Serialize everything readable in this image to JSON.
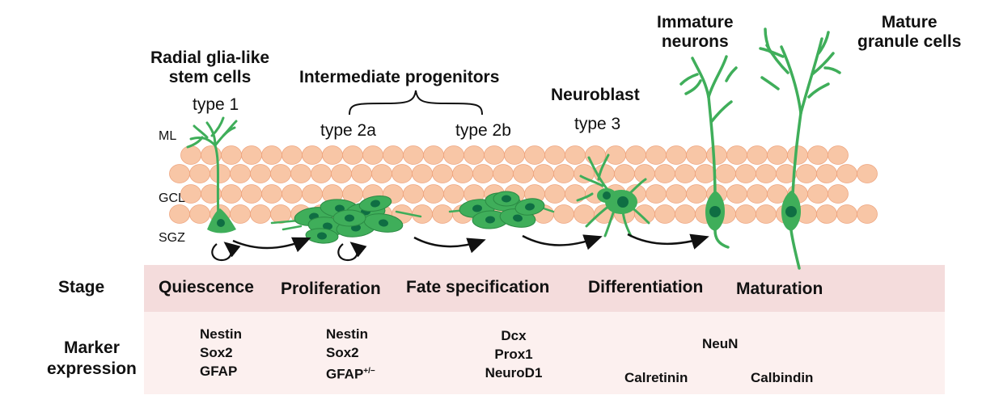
{
  "colors": {
    "cell_fill": "#f8c6a6",
    "cell_stroke": "#eea57f",
    "neuron_green": "#3fae5a",
    "nucleus_green": "#0f6e43",
    "stage_band": "#f4dcdc",
    "marker_band": "#fcf0ef"
  },
  "header": {
    "radial_glia": [
      "Radial glia-like",
      "stem cells"
    ],
    "type1": "type 1",
    "intermediate": "Intermediate progenitors",
    "type2a": "type 2a",
    "type2b": "type 2b",
    "neuroblast": "Neuroblast",
    "type3": "type 3",
    "immature": [
      "Immature",
      "neurons"
    ],
    "mature": [
      "Mature",
      "granule cells"
    ]
  },
  "layers": {
    "ml": "ML",
    "gcl": "GCL",
    "sgz": "SGZ"
  },
  "stage_row": {
    "label": "Stage",
    "stages": [
      "Quiescence",
      "Proliferation",
      "Fate specification",
      "Differentiation",
      "Maturation"
    ]
  },
  "marker_row": {
    "label": [
      "Marker",
      "expression"
    ],
    "quiescence": [
      "Nestin",
      "Sox2",
      "GFAP"
    ],
    "proliferation": [
      "Nestin",
      "Sox2",
      "GFAP"
    ],
    "proliferation_sup": "+/−",
    "fate": [
      "Dcx",
      "Prox1",
      "NeuroD1"
    ],
    "neun": "NeuN",
    "calretinin": "Calretinin",
    "calbindin": "Calbindin"
  }
}
